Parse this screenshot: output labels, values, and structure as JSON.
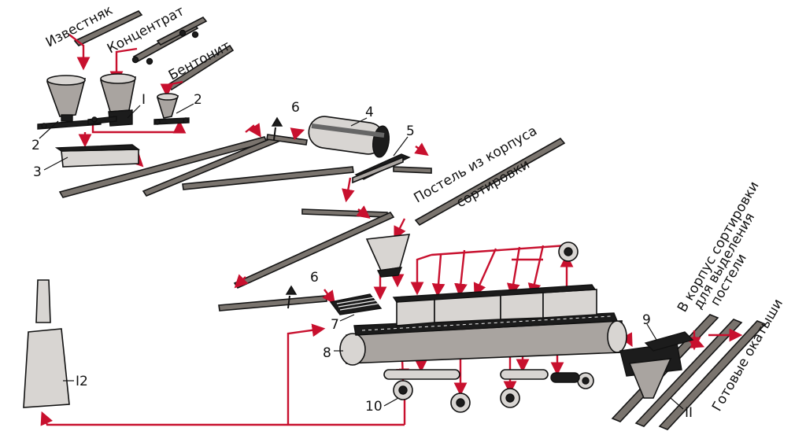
{
  "labels": {
    "limestone": "Известняк",
    "concentrate": "Концентрат",
    "bentonite": "Бентонит",
    "bed_line1": "Постель из корпуса",
    "bed_line2": "сортировки",
    "to_sort_line1": "В корпус сортировки",
    "to_sort_line2": "для выделения",
    "to_sort_line3": "постели",
    "finished": "Готовые окатыши"
  },
  "numbers": {
    "n1": "I",
    "n2a": "2",
    "n2b": "2",
    "n3": "3",
    "n4": "4",
    "n5": "5",
    "n6a": "6",
    "n6b": "6",
    "n7": "7",
    "n8": "8",
    "n9": "9",
    "n10": "10",
    "n11": "II",
    "n12": "I2"
  },
  "colors": {
    "flow": "#c8102e",
    "equipment": "#1c1c1c",
    "background": "#ffffff"
  }
}
